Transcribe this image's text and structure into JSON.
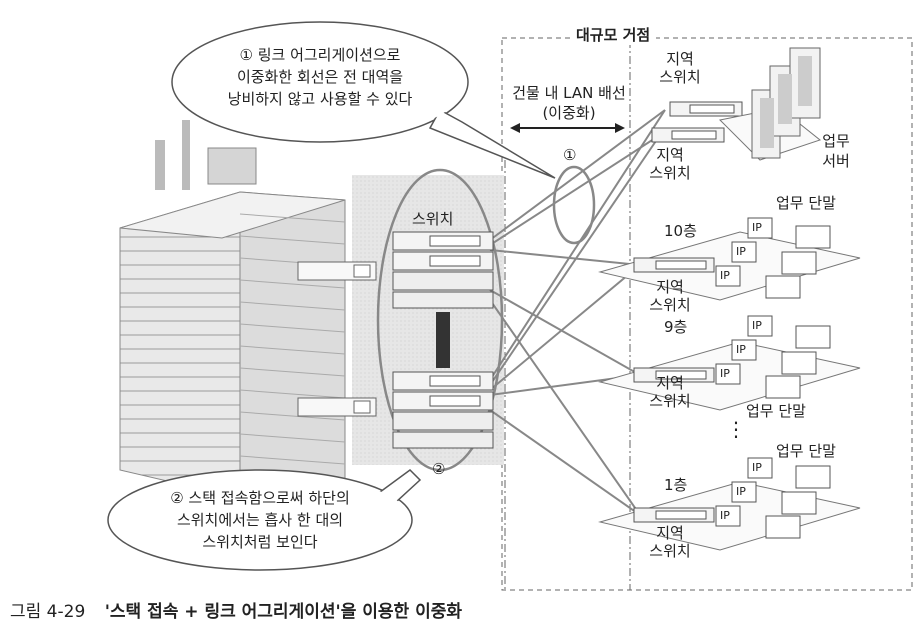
{
  "callouts": {
    "c1_line1": "① 링크 어그리게이션으로",
    "c1_line2": "이중화한 회선은 전 대역을",
    "c1_line3": "낭비하지 않고 사용할 수 있다",
    "c2_line1": "② 스택 접속함으로써 하단의",
    "c2_line2": "스위치에서는 흡사 한 대의",
    "c2_line3": "스위치처럼 보인다"
  },
  "labels": {
    "site": "대규모 거점",
    "lan_line1": "건물 내 LAN 배선",
    "lan_line2": "(이중화)",
    "marker1": "①",
    "marker2": "②",
    "core_switch": "스위치",
    "region_switch_line1": "지역",
    "region_switch_line2": "스위치",
    "business_line1": "업무",
    "business_line2": "서버",
    "terminal": "업무 단말",
    "floor10": "10층",
    "floor9": "9층",
    "floor1": "1층",
    "ip": "IP",
    "ellipsis": "⋮"
  },
  "caption": {
    "figure": "그림 4-29",
    "title": "'스택 접속 + 링크 어그리게이션'을 이용한 이중화"
  }
}
